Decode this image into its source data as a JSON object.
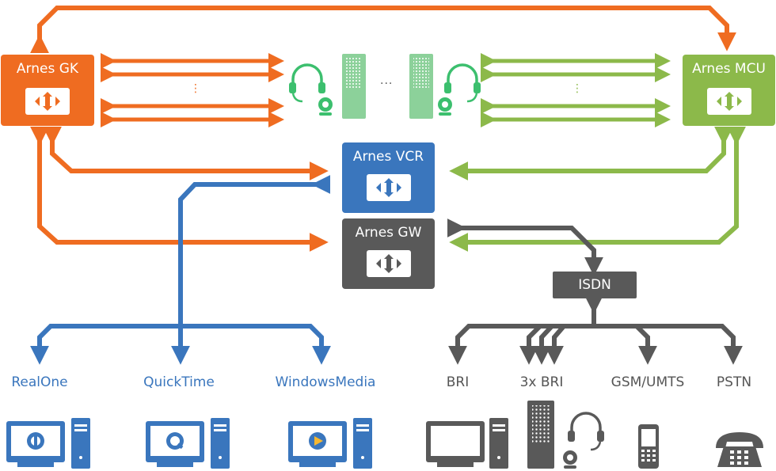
{
  "nodes": {
    "gk": {
      "label": "Arnes GK"
    },
    "mcu": {
      "label": "Arnes MCU"
    },
    "vcr": {
      "label": "Arnes VCR"
    },
    "gw": {
      "label": "Arnes GW"
    },
    "isdn": {
      "label": "ISDN"
    }
  },
  "players": [
    "RealOne",
    "QuickTime",
    "WindowsMedia"
  ],
  "networks": [
    "BRI",
    "3x BRI",
    "GSM/UMTS",
    "PSTN"
  ],
  "ellipsis": {
    "vertical": "⋮",
    "horizontal": "···"
  },
  "colors": {
    "orange": "#ef6c21",
    "green": "#8cb94a",
    "blue": "#3a76bd",
    "gray": "#595959"
  }
}
